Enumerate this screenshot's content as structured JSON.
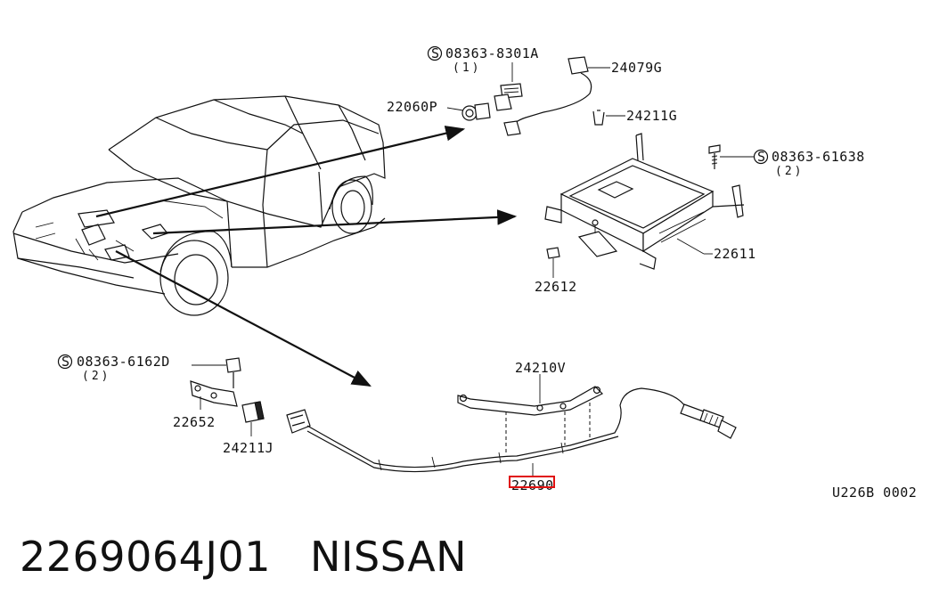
{
  "callouts": {
    "s_bolt_top": "08363-8301A",
    "s_bolt_top_qty": "(1)",
    "sensor_connector": "24079G",
    "harness_clip_g": "24211G",
    "sensor_top": "22060P",
    "s_bolt_right": "08363-61638",
    "s_bolt_right_qty": "(2)",
    "ecm_bracket": "22611",
    "ecm_clip": "22612",
    "s_bolt_left": "08363-6162D",
    "s_bolt_left_qty": "(2)",
    "bracket_v": "24210V",
    "bracket_left": "22652",
    "harness_clip_j": "24211J",
    "sensor_main": "22690",
    "diagram_code": "U226B 0002",
    "s_symbol": "S"
  },
  "footer": {
    "part_number": "2269064J01",
    "brand": "NISSAN"
  },
  "colors": {
    "line": "#111111",
    "highlight": "#e01010"
  }
}
